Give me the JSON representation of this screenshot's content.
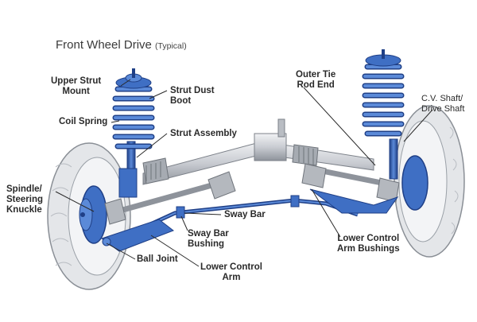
{
  "title": "Front Wheel Drive",
  "subtitle": "(Typical)",
  "labels": {
    "upper_strut_mount": [
      "Upper Strut",
      "Mount"
    ],
    "coil_spring": "Coil Spring",
    "spindle_knuckle": [
      "Spindle/",
      "Steering",
      "Knuckle"
    ],
    "strut_dust_boot": [
      "Strut Dust",
      "Boot"
    ],
    "strut_assembly": "Strut Assembly",
    "outer_tie_rod_end": [
      "Outer Tie",
      "Rod End"
    ],
    "cv_shaft": [
      "C.V. Shaft/",
      "Drive Shaft"
    ],
    "sway_bar": "Sway Bar",
    "sway_bar_bushing": [
      "Sway Bar",
      "Bushing"
    ],
    "ball_joint": "Ball Joint",
    "lower_control_arm": [
      "Lower Control",
      "Arm"
    ],
    "lower_control_arm_bushings": [
      "Lower Control",
      "Arm Bushings"
    ]
  },
  "colors": {
    "part_blue": "#3f6fc4",
    "part_blue_dark": "#1f3f86",
    "metal_gray": "#c4c8ce",
    "tire_gray": "#e4e6e9",
    "leader_line": "#2a2a2a"
  }
}
